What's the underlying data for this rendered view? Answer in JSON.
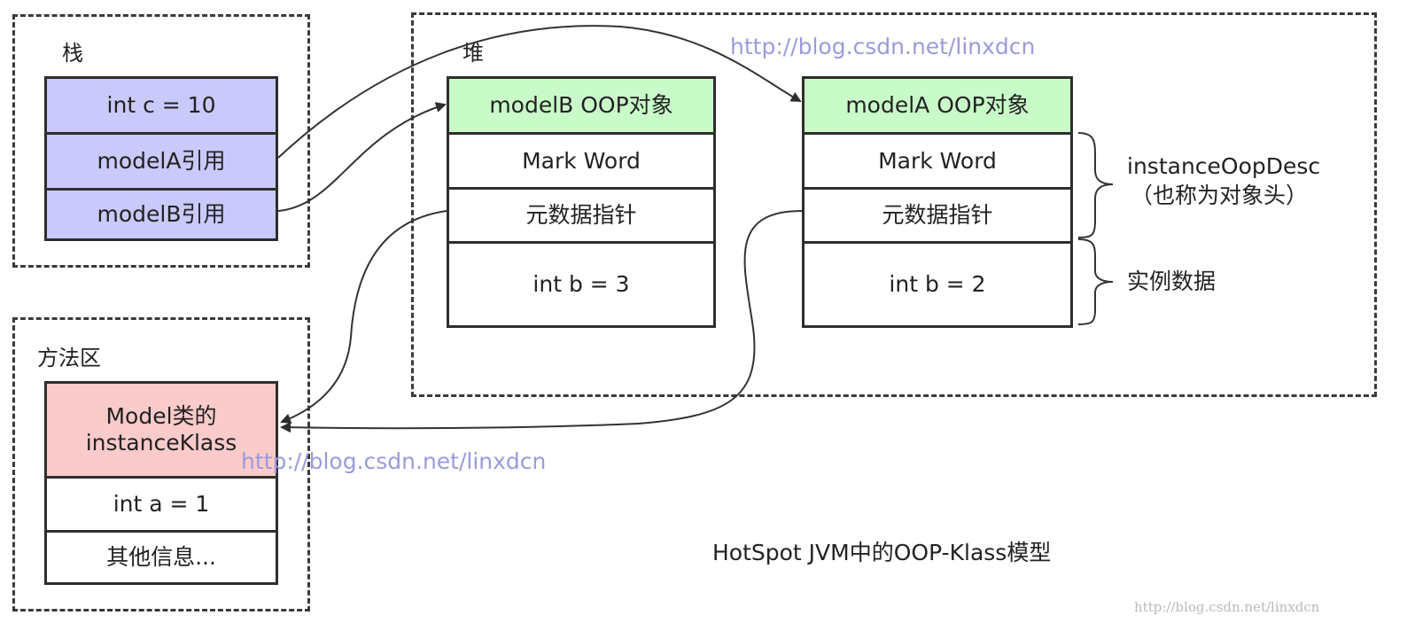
{
  "stack": {
    "label": "栈",
    "cells": [
      "int c = 10",
      "modelA引用",
      "modelB引用"
    ]
  },
  "heap": {
    "label": "堆",
    "modelB": {
      "title": "modelB OOP对象",
      "mark_word": "Mark Word",
      "metadata_pointer": "元数据指针",
      "field": "int b = 3"
    },
    "modelA": {
      "title": "modelA OOP对象",
      "mark_word": "Mark Word",
      "metadata_pointer": "元数据指针",
      "field": "int b = 2"
    }
  },
  "method_area": {
    "label": "方法区",
    "klass_title_line1": "Model类的",
    "klass_title_line2": "instanceKlass",
    "field": "int a = 1",
    "other": "其他信息..."
  },
  "annotations": {
    "header_name": "instanceOopDesc",
    "header_alias": "（也称为对象头）",
    "instance_data": "实例数据"
  },
  "watermarks": {
    "top": "http://blog.csdn.net/linxdcn",
    "middle": "http://blog.csdn.net/linxdcn",
    "corner": "http://blog.csdn.net/linxdcn"
  },
  "caption": "HotSpot JVM中的OOP-Klass模型",
  "colors": {
    "stack_fill": "#c9c9fb",
    "oop_header_fill": "#c9fbc9",
    "klass_header_fill": "#fbcaca",
    "watermark": "#9b9bdc"
  }
}
